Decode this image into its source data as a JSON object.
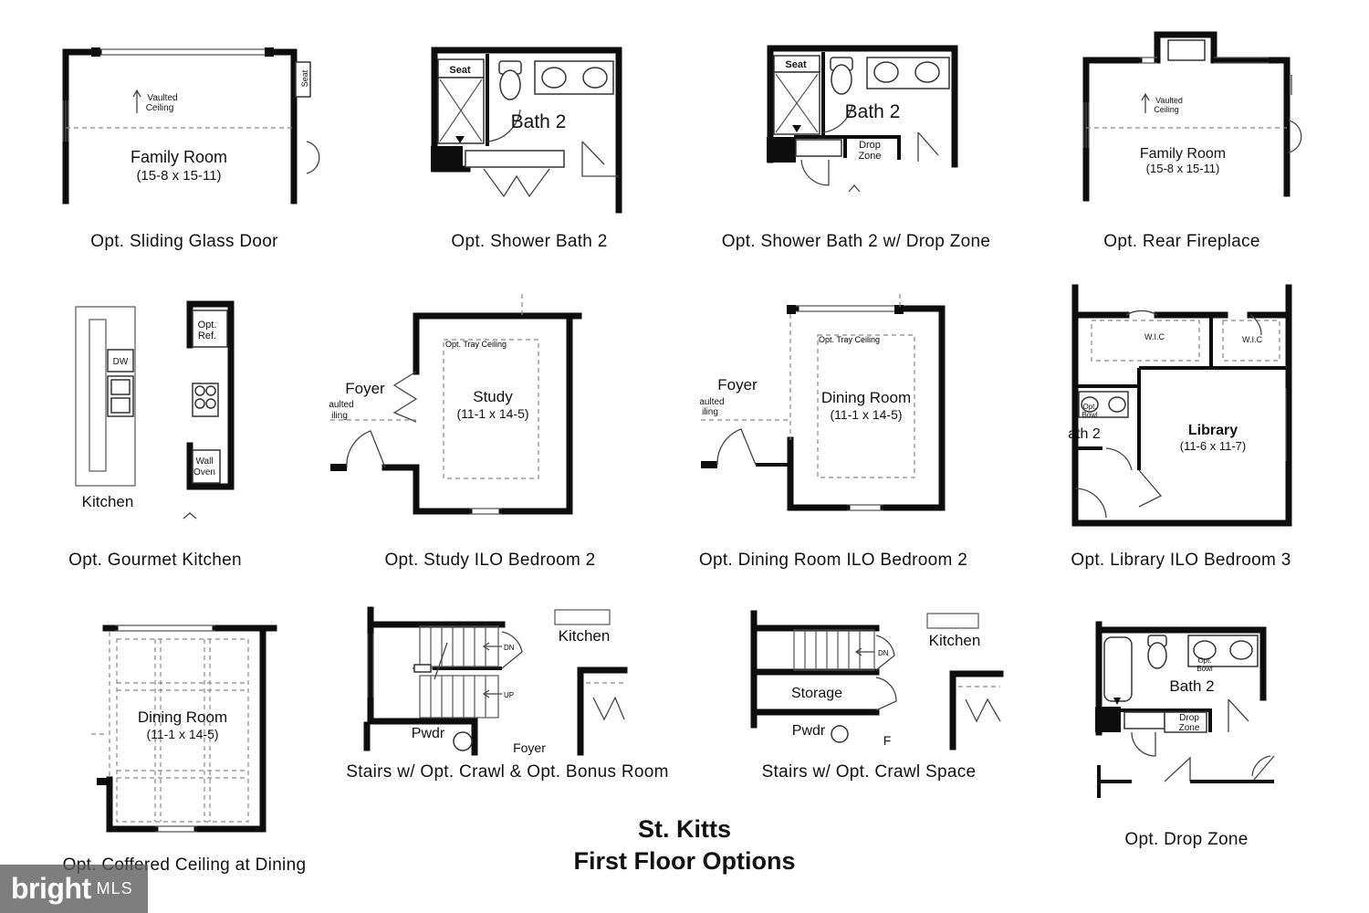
{
  "title": {
    "line1": "St. Kitts",
    "line2": "First Floor Options"
  },
  "options": [
    {
      "caption": "Opt. Sliding Glass Door"
    },
    {
      "caption": "Opt. Shower Bath 2"
    },
    {
      "caption": "Opt. Shower Bath 2 w/ Drop Zone"
    },
    {
      "caption": "Opt. Rear Fireplace"
    },
    {
      "caption": "Opt. Gourmet Kitchen"
    },
    {
      "caption": "Opt. Study ILO Bedroom 2"
    },
    {
      "caption": "Opt. Dining Room ILO Bedroom 2"
    },
    {
      "caption": "Opt. Library ILO Bedroom 3"
    },
    {
      "caption": "Opt. Coffered Ceiling at Dining"
    },
    {
      "caption": "Stairs w/ Opt. Crawl & Opt. Bonus Room"
    },
    {
      "caption": "Stairs w/ Opt. Crawl Space"
    },
    {
      "caption": "Opt. Drop Zone"
    }
  ],
  "labels": {
    "vaulted": "Vaulted",
    "ceiling": "Ceiling",
    "family_room": "Family Room",
    "family_room_dims": "(15-8 x 15-11)",
    "seat": "Seat",
    "bath2": "Bath 2",
    "drop": "Drop",
    "zone": "Zone",
    "dw": "DW",
    "opt_ref_1": "Opt.",
    "opt_ref_2": "Ref.",
    "wall_oven_1": "Wall",
    "wall_oven_2": "Oven",
    "kitchen": "Kitchen",
    "foyer": "Foyer",
    "aulted": "aulted",
    "iling": "iling",
    "opt_tray_ceiling": "Opt. Tray Ceiling",
    "study": "Study",
    "study_dims": "(11-1 x 14-5)",
    "dining_room": "Dining Room",
    "dining_dims": "(11-1 x 14-5)",
    "wic": "W.I.C",
    "opt_bowl_1": "Opt.",
    "opt_bowl_2": "Bowl",
    "ath2": "ath 2",
    "library": "Library",
    "library_dims": "(11-6 x 11-7)",
    "dn": "DN",
    "up": "UP",
    "pwdr": "Pwdr",
    "foyer_partial": "Foyer",
    "storage": "Storage",
    "f_partial": "F"
  },
  "watermark": {
    "brand": "bright",
    "suffix": "MLS"
  }
}
